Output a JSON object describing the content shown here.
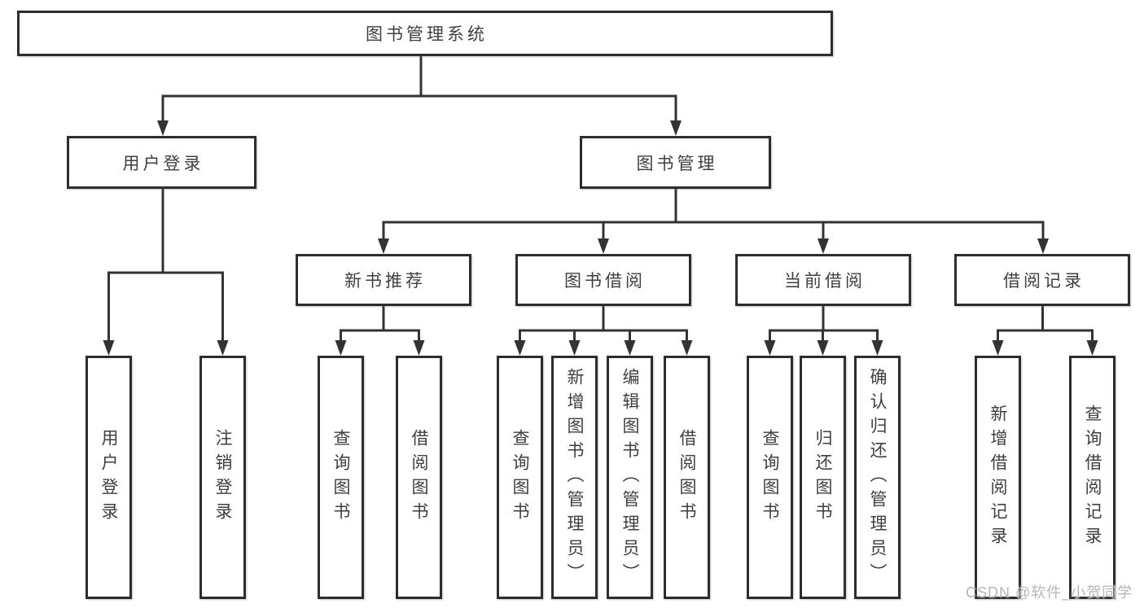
{
  "diagram": {
    "root": "图书管理系统",
    "branches": [
      {
        "label": "用户登录",
        "children": [
          "用户登录",
          "注销登录"
        ]
      },
      {
        "label": "图书管理",
        "children": [
          {
            "label": "新书推荐",
            "children": [
              "查询图书",
              "借阅图书"
            ]
          },
          {
            "label": "图书借阅",
            "children": [
              "查询图书",
              "新增图书（管理员）",
              "编辑图书（管理员）",
              "借阅图书"
            ]
          },
          {
            "label": "当前借阅",
            "children": [
              "查询图书",
              "归还图书",
              "确认归还（管理员）"
            ]
          },
          {
            "label": "借阅记录",
            "children": [
              "新增借阅记录",
              "查询借阅记录"
            ]
          }
        ]
      }
    ],
    "watermark": "CSDN @软件_小贺同学",
    "colors": {
      "line": "#333333",
      "box_border": "#2d2d2d",
      "text": "#3f3f3f",
      "watermark": "#b5b5b8",
      "background": "#ffffff"
    }
  }
}
